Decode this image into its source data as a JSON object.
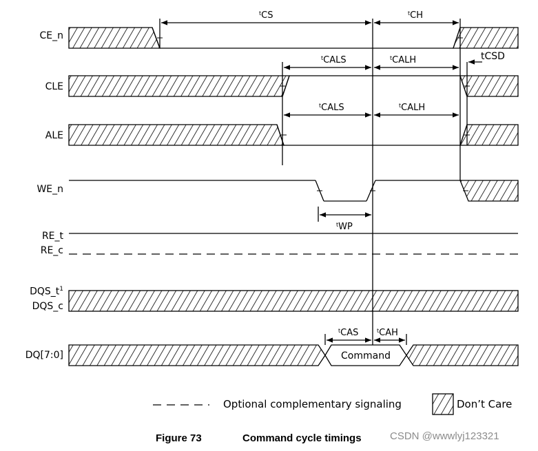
{
  "signals": {
    "ce_n": "CE_n",
    "cle": "CLE",
    "ale": "ALE",
    "we_n": "WE_n",
    "re_t": "RE_t",
    "re_c": "RE_c",
    "dqs_t": "DQS_t",
    "dqs_t_sup": "1",
    "dqs_c": "DQS_c",
    "dq": "DQ[7:0]"
  },
  "timings": {
    "cs": "CS",
    "ch": "CH",
    "cals_1": "CALS",
    "calh_1": "CALH",
    "csd": "CSD",
    "cals_2": "CALS",
    "calh_2": "CALH",
    "wp": "WP",
    "cas": "CAS",
    "cah": "CAH",
    "prefix": "t"
  },
  "dq_bus_label": "Command",
  "legend": {
    "optional": "Optional complementary signaling",
    "dont_care": "Don’t Care"
  },
  "caption": {
    "figure": "Figure 73",
    "title": "Command cycle timings"
  },
  "watermark": "CSDN @wwwlyj123321"
}
